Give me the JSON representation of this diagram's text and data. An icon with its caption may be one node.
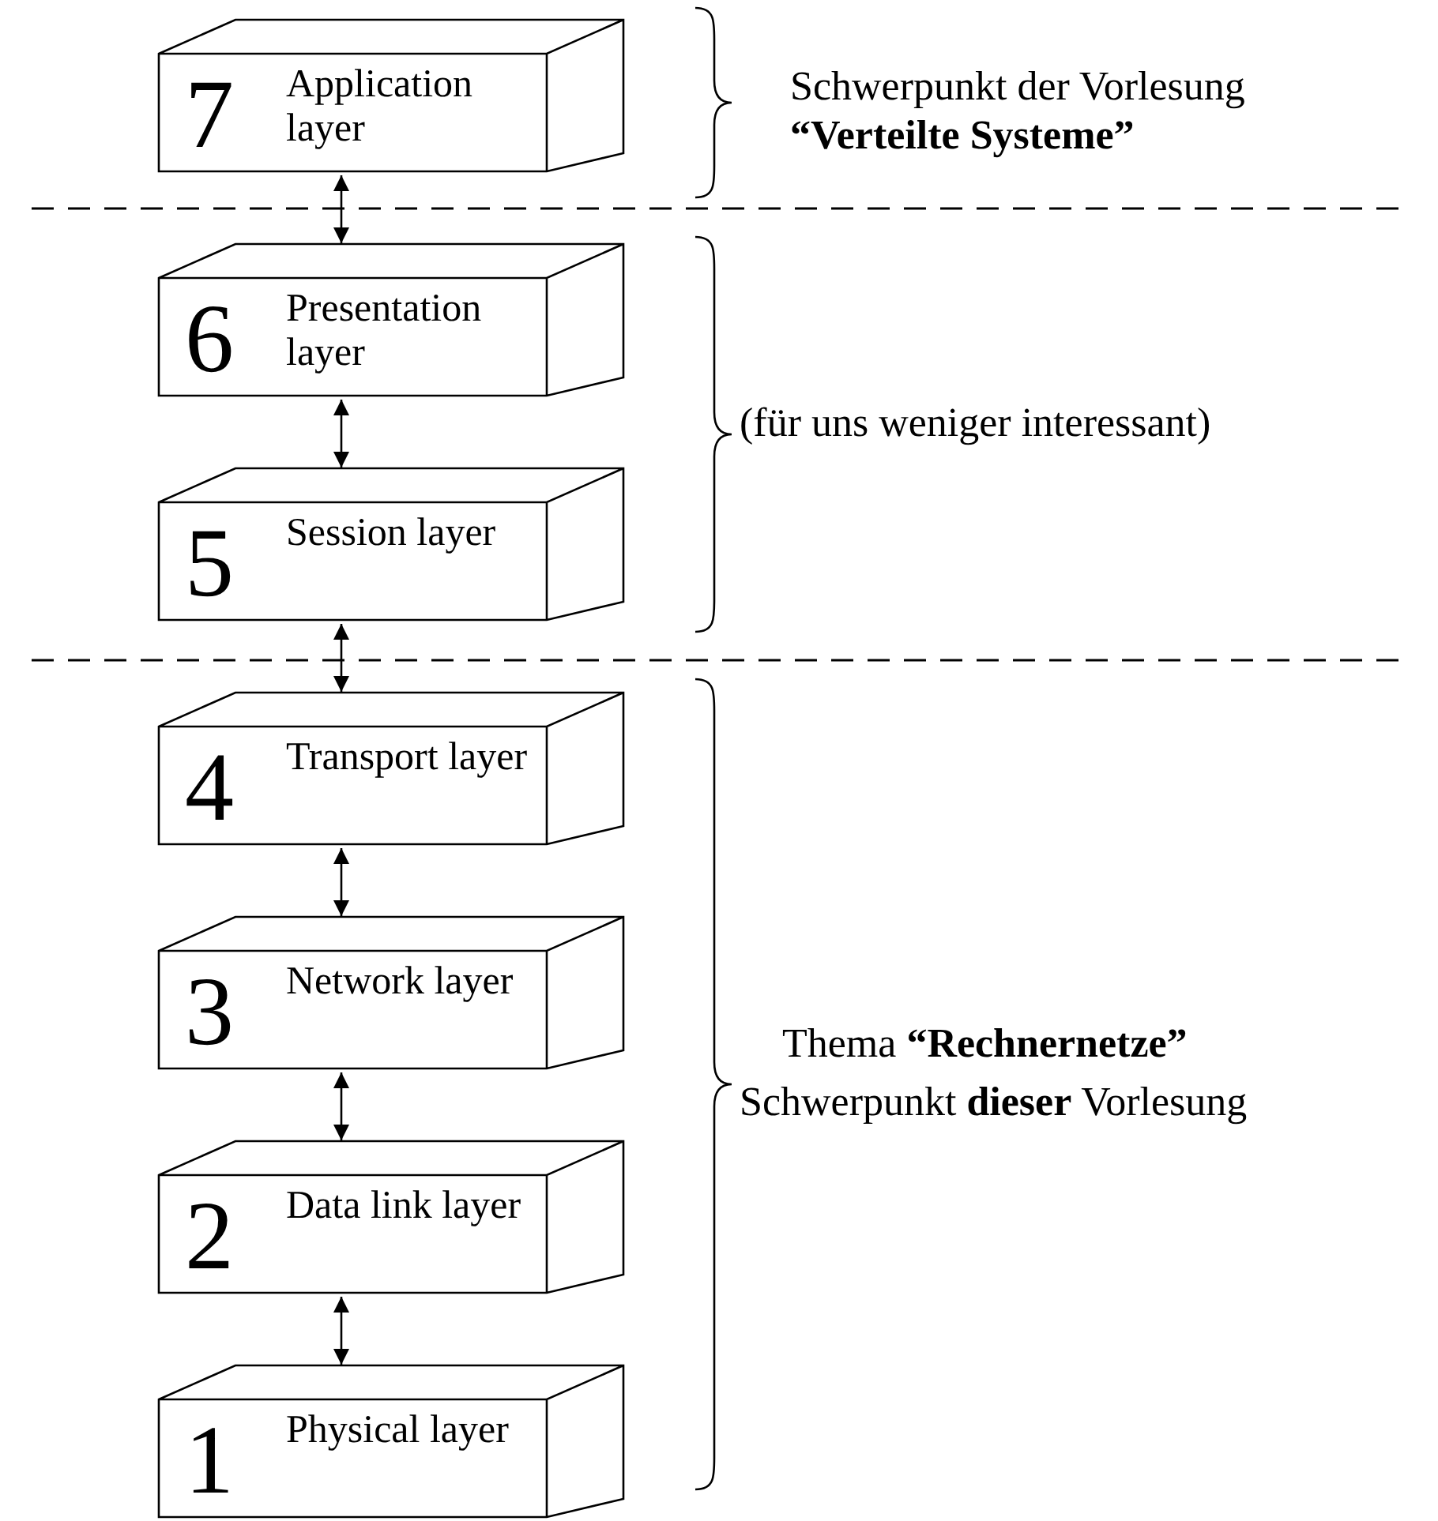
{
  "diagram": {
    "nodes": [
      {
        "text": [
          "7",
          "Application layer"
        ]
      },
      {
        "text": [
          "6",
          "Presentation layer"
        ]
      },
      {
        "text": [
          "5",
          "Session layer"
        ]
      },
      {
        "text": [
          "4",
          "Transport layer"
        ]
      },
      {
        "text": [
          "3",
          "Network layer"
        ]
      },
      {
        "text": [
          "2",
          "Data link layer"
        ]
      },
      {
        "text": [
          "1",
          "Physical layer"
        ]
      }
    ],
    "edges": [
      {
        "from": 0,
        "to": 1,
        "arrow": "both"
      },
      {
        "from": 1,
        "to": 2,
        "arrow": "both"
      },
      {
        "from": 2,
        "to": 3,
        "arrow": "both"
      },
      {
        "from": 3,
        "to": 4,
        "arrow": "both"
      },
      {
        "from": 4,
        "to": 5,
        "arrow": "both"
      },
      {
        "from": 5,
        "to": 6,
        "arrow": "both"
      }
    ],
    "labels": [
      "Schwerpunkt der Vorlesung",
      "“Verteilte Systeme”",
      "(für uns weniger interessant)",
      "Thema **“Rechnernetze”**",
      "Schwerpunkt **dieser** Vorlesung"
    ]
  }
}
